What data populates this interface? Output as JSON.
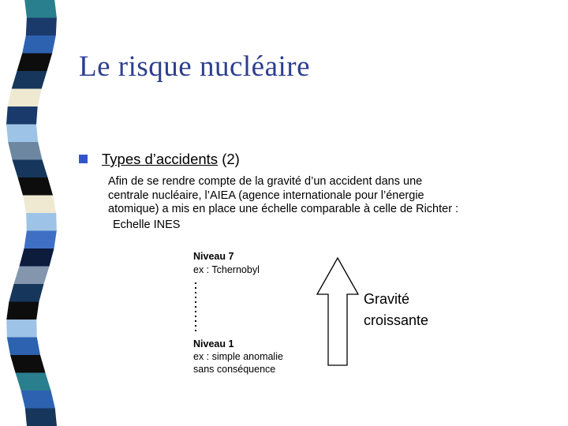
{
  "slide": {
    "title": "Le risque nucléaire",
    "bullet": {
      "underlined": "Types d’accidents",
      "suffix": " (2)"
    },
    "paragraph": {
      "lines": [
        "Afin de se rendre compte de la gravité d’un accident dans une",
        "centrale nucléaire, l’AIEA (agence internationale pour l’énergie",
        "atomique) a mis en place une échelle comparable à celle de Richter :"
      ],
      "echelle": "Echelle INES"
    },
    "scale": {
      "top_level": "Niveau 7",
      "top_example": "ex : Tchernobyl",
      "bottom_level": "Niveau 1",
      "bottom_example_1": "ex : simple anomalie",
      "bottom_example_2": "sans conséquence"
    },
    "arrow_label_lines": [
      "Gravité",
      "croissante"
    ]
  },
  "colors": {
    "title_text": "#2d3f8f",
    "bullet_square": "#3355cc",
    "body_text": "#000000",
    "arrow_fill": "#ffffff",
    "arrow_stroke": "#000000"
  },
  "ribbon": {
    "colors": [
      "#2a7f8f",
      "#1a3a6b",
      "#2d62b0",
      "#0d0d0d",
      "#16365c",
      "#efe9d2",
      "#1a3a6b",
      "#9dc3e6",
      "#6e87a0",
      "#16365c",
      "#0d0d0d",
      "#efe9d2",
      "#9dc3e6",
      "#3f6fc4",
      "#0d1b3d",
      "#8496ad",
      "#16365c",
      "#0d0d0d",
      "#9dc3e6",
      "#2d62b0",
      "#0d0d0d",
      "#2a7f8f",
      "#2d62b0",
      "#16365c"
    ]
  }
}
